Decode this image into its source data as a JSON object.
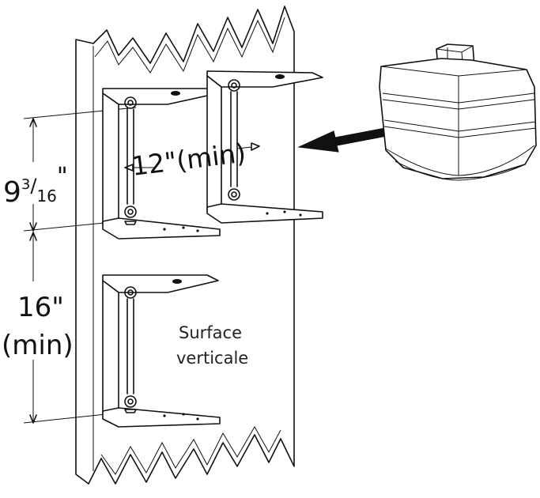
{
  "diagram": {
    "dim_spacing_bracket": {
      "whole": "9",
      "num": "3",
      "den": "16",
      "unit": "\""
    },
    "dim_width_min": "12\"(min)",
    "dim_vertical_min_value": "16\"",
    "dim_vertical_min_qualifier": "(min)",
    "surface_label_line1": "Surface",
    "surface_label_line2": "verticale"
  }
}
